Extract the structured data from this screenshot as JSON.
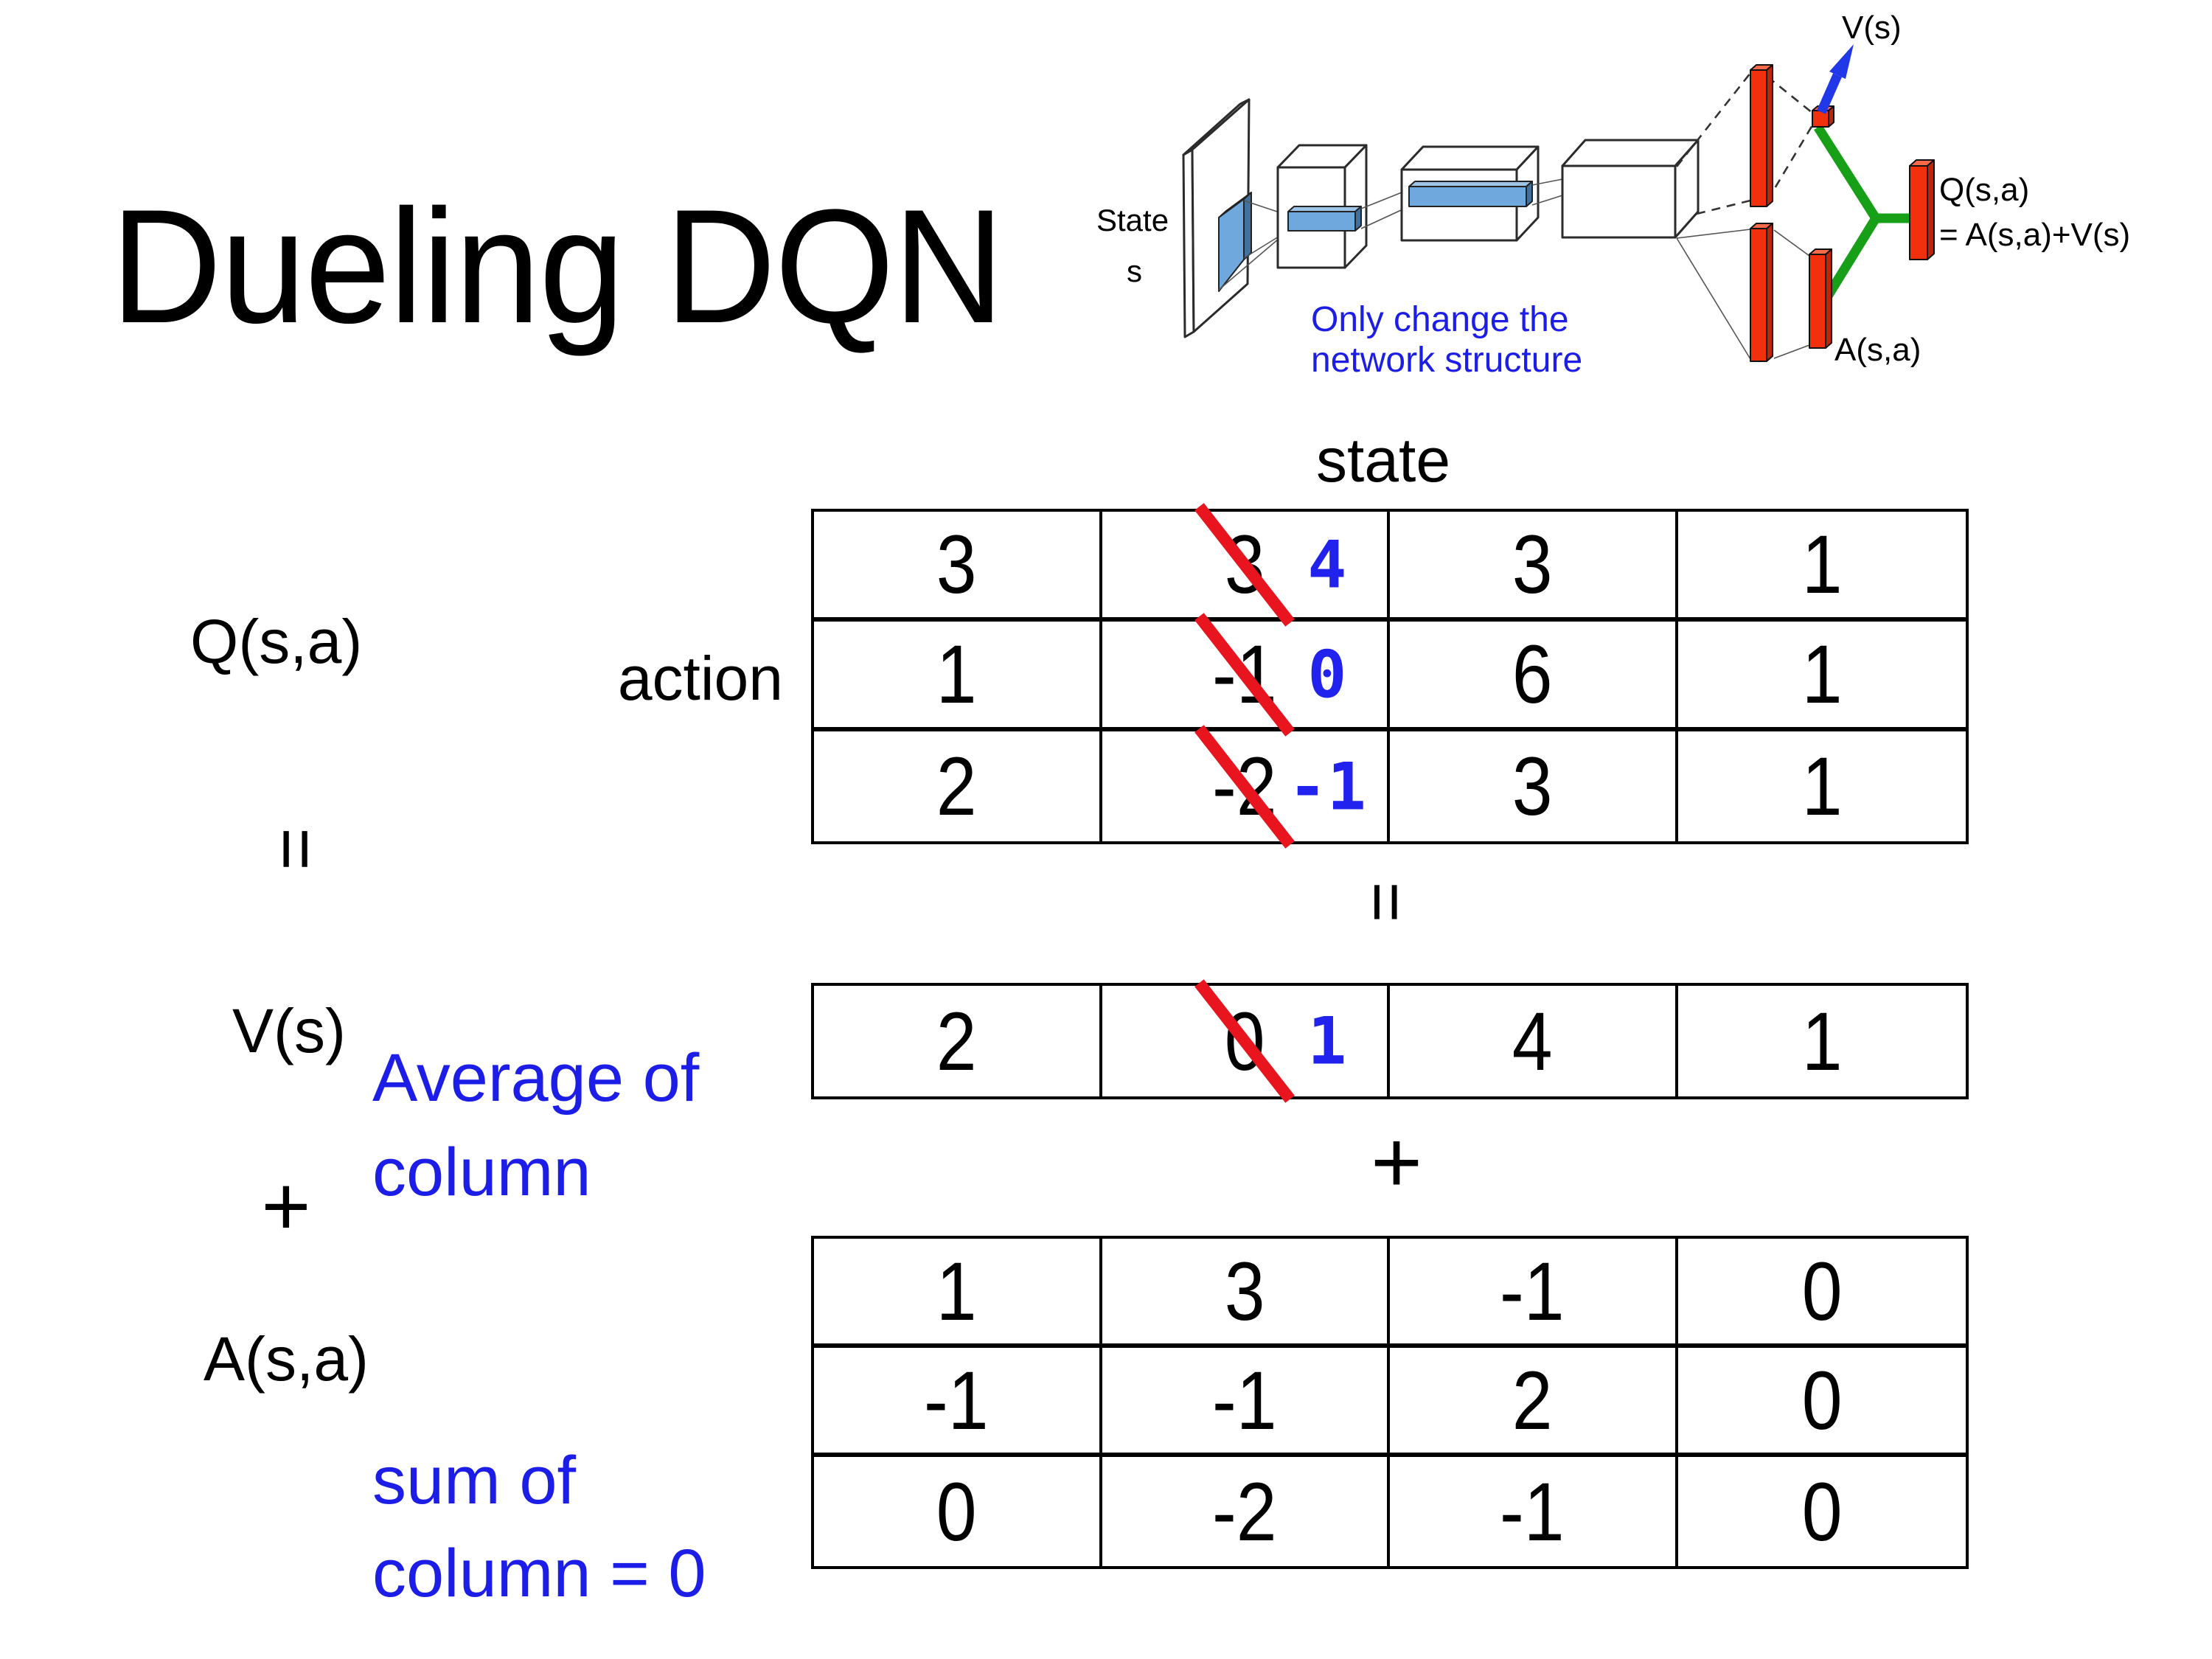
{
  "title": "Dueling DQN",
  "colors": {
    "annotation_blue": "#1d1de8",
    "replacement_blue": "#2222ee",
    "strike_red": "#e8141e",
    "bar_red": "#f3300e",
    "connector_green": "#17a017",
    "filter_blue": "#6fa8dc"
  },
  "diagram": {
    "state_label_line1": "State",
    "state_label_line2": "s",
    "note_line1": "Only change the",
    "note_line2": "network structure",
    "v_output_label": "V(s)",
    "q_output_label": "Q(s,a)",
    "q_output_formula": "= A(s,a)+V(s)",
    "a_output_label": "A(s,a)"
  },
  "equation": {
    "q_label": "Q(s,a)",
    "equals_left": "=",
    "v_label": "V(s)",
    "plus_left": "+",
    "a_label": "A(s,a)",
    "v_note_line1": "Average of",
    "v_note_line2": "column",
    "a_note_line1": "sum of",
    "a_note_line2": "column = 0",
    "equals_mid": "=",
    "plus_mid": "+"
  },
  "q_table": {
    "state_header": "state",
    "action_label": "action",
    "rows": [
      [
        {
          "v": "3"
        },
        {
          "v": "3",
          "n": "4"
        },
        {
          "v": "3"
        },
        {
          "v": "1"
        }
      ],
      [
        {
          "v": "1"
        },
        {
          "v": "-1",
          "n": "0"
        },
        {
          "v": "6"
        },
        {
          "v": "1"
        }
      ],
      [
        {
          "v": "2"
        },
        {
          "v": "-2",
          "n": "-1"
        },
        {
          "v": "3"
        },
        {
          "v": "1"
        }
      ]
    ]
  },
  "v_table": {
    "rows": [
      [
        {
          "v": "2"
        },
        {
          "v": "0",
          "n": "1"
        },
        {
          "v": "4"
        },
        {
          "v": "1"
        }
      ]
    ]
  },
  "a_table": {
    "rows": [
      [
        {
          "v": "1"
        },
        {
          "v": "3"
        },
        {
          "v": "-1"
        },
        {
          "v": "0"
        }
      ],
      [
        {
          "v": "-1"
        },
        {
          "v": "-1"
        },
        {
          "v": "2"
        },
        {
          "v": "0"
        }
      ],
      [
        {
          "v": "0"
        },
        {
          "v": "-2"
        },
        {
          "v": "-1"
        },
        {
          "v": "0"
        }
      ]
    ]
  }
}
